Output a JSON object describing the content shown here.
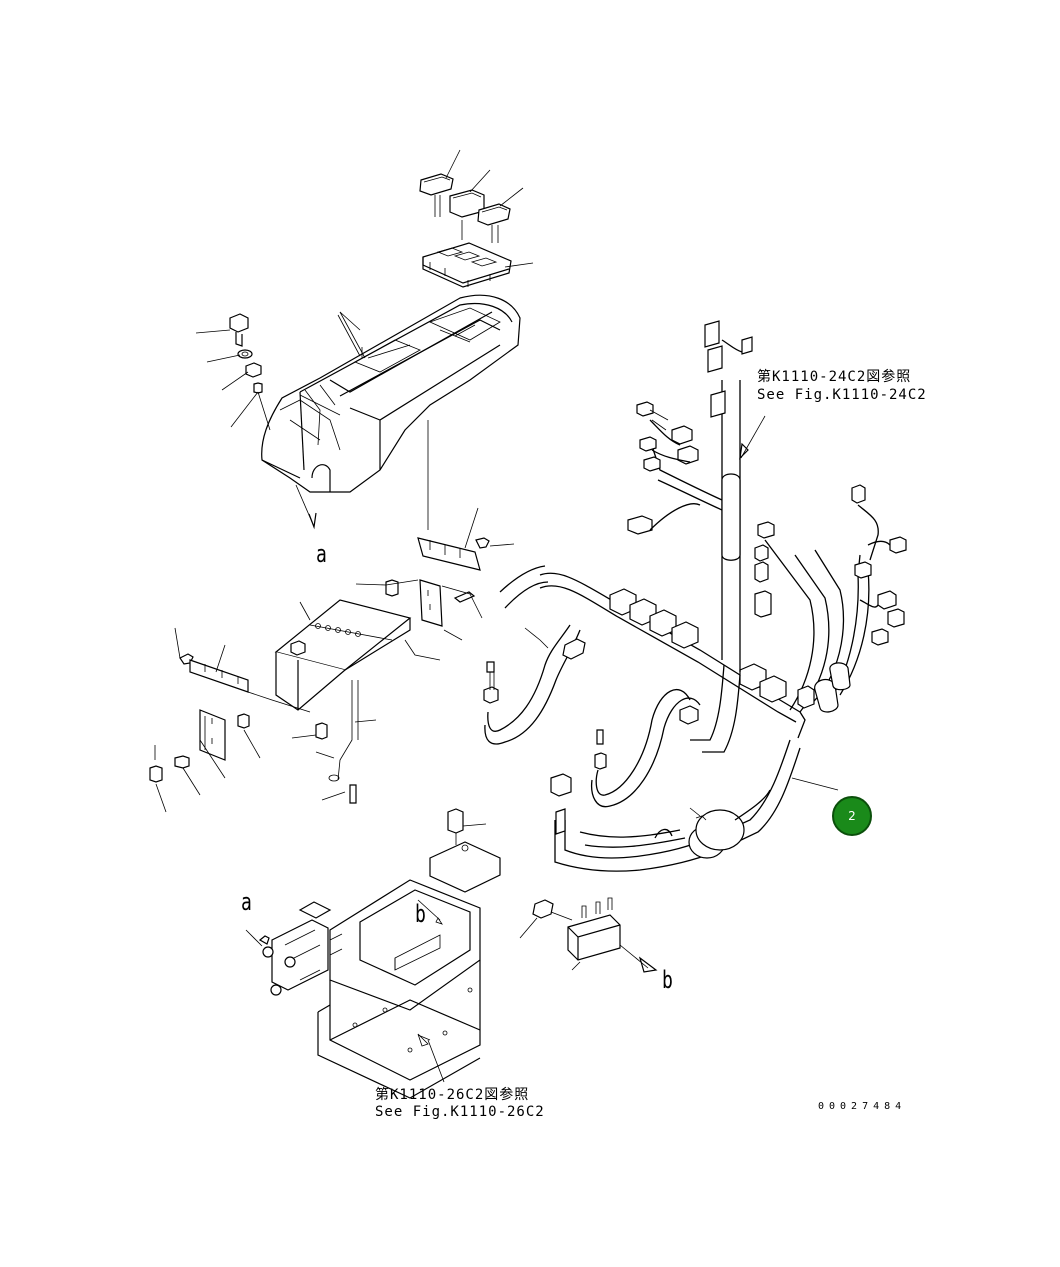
{
  "references": {
    "upper": {
      "line1": "第K1110-24C2図参照",
      "line2": "See Fig.K1110-24C2"
    },
    "lower": {
      "line1": "第K1110-26C2図参照",
      "line2": "See Fig.K1110-26C2"
    }
  },
  "markers": {
    "a_arrow": "a",
    "a_target": "a",
    "b_inside": "b",
    "b_arrow": "b"
  },
  "callout": {
    "number": "2",
    "color": "#1a8a1a"
  },
  "figure_number": "00027484"
}
